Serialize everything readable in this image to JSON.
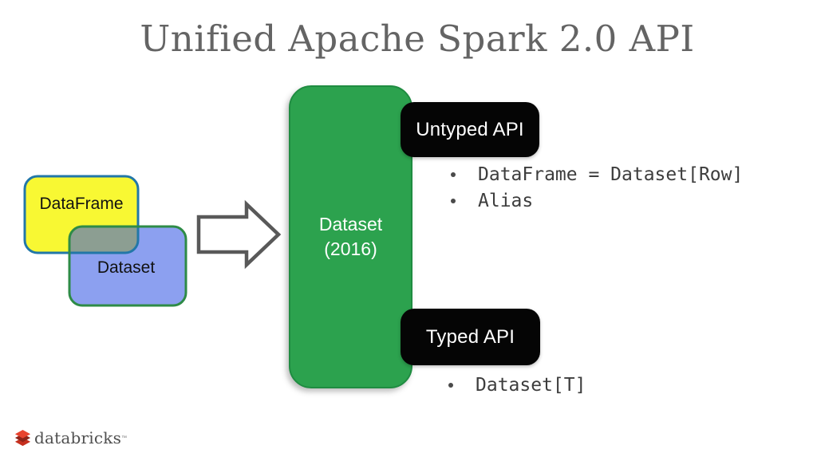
{
  "slide": {
    "title": "Unified Apache Spark 2.0 API",
    "venn": {
      "dataframe_label": "DataFrame",
      "dataset_label": "Dataset",
      "colors": {
        "dataframe_fill": "#F8F833",
        "dataframe_border": "#2277A8",
        "dataset_fill": "#8CA0F0",
        "dataset_border": "#2E8B47",
        "overlap_fill": "#8C9E92"
      }
    },
    "arrow": {
      "outline_color": "#595959",
      "fill": "#FFFFFF"
    },
    "dataset_box": {
      "line1": "Dataset",
      "line2": "(2016)",
      "fill": "#2CA24E",
      "border": "#1F8C41",
      "text_color": "#FFFFFF"
    },
    "untyped": {
      "badge_label": "Untyped API",
      "bullets": [
        "DataFrame = Dataset[Row]",
        "Alias"
      ]
    },
    "typed": {
      "badge_label": "Typed API",
      "bullets": [
        "Dataset[T]"
      ]
    },
    "badge": {
      "bg": "#050505",
      "text_color": "#FFFFFF"
    },
    "footer": {
      "logo_text": "databricks",
      "trademark": "™",
      "logo_red": "#C5301F"
    }
  }
}
